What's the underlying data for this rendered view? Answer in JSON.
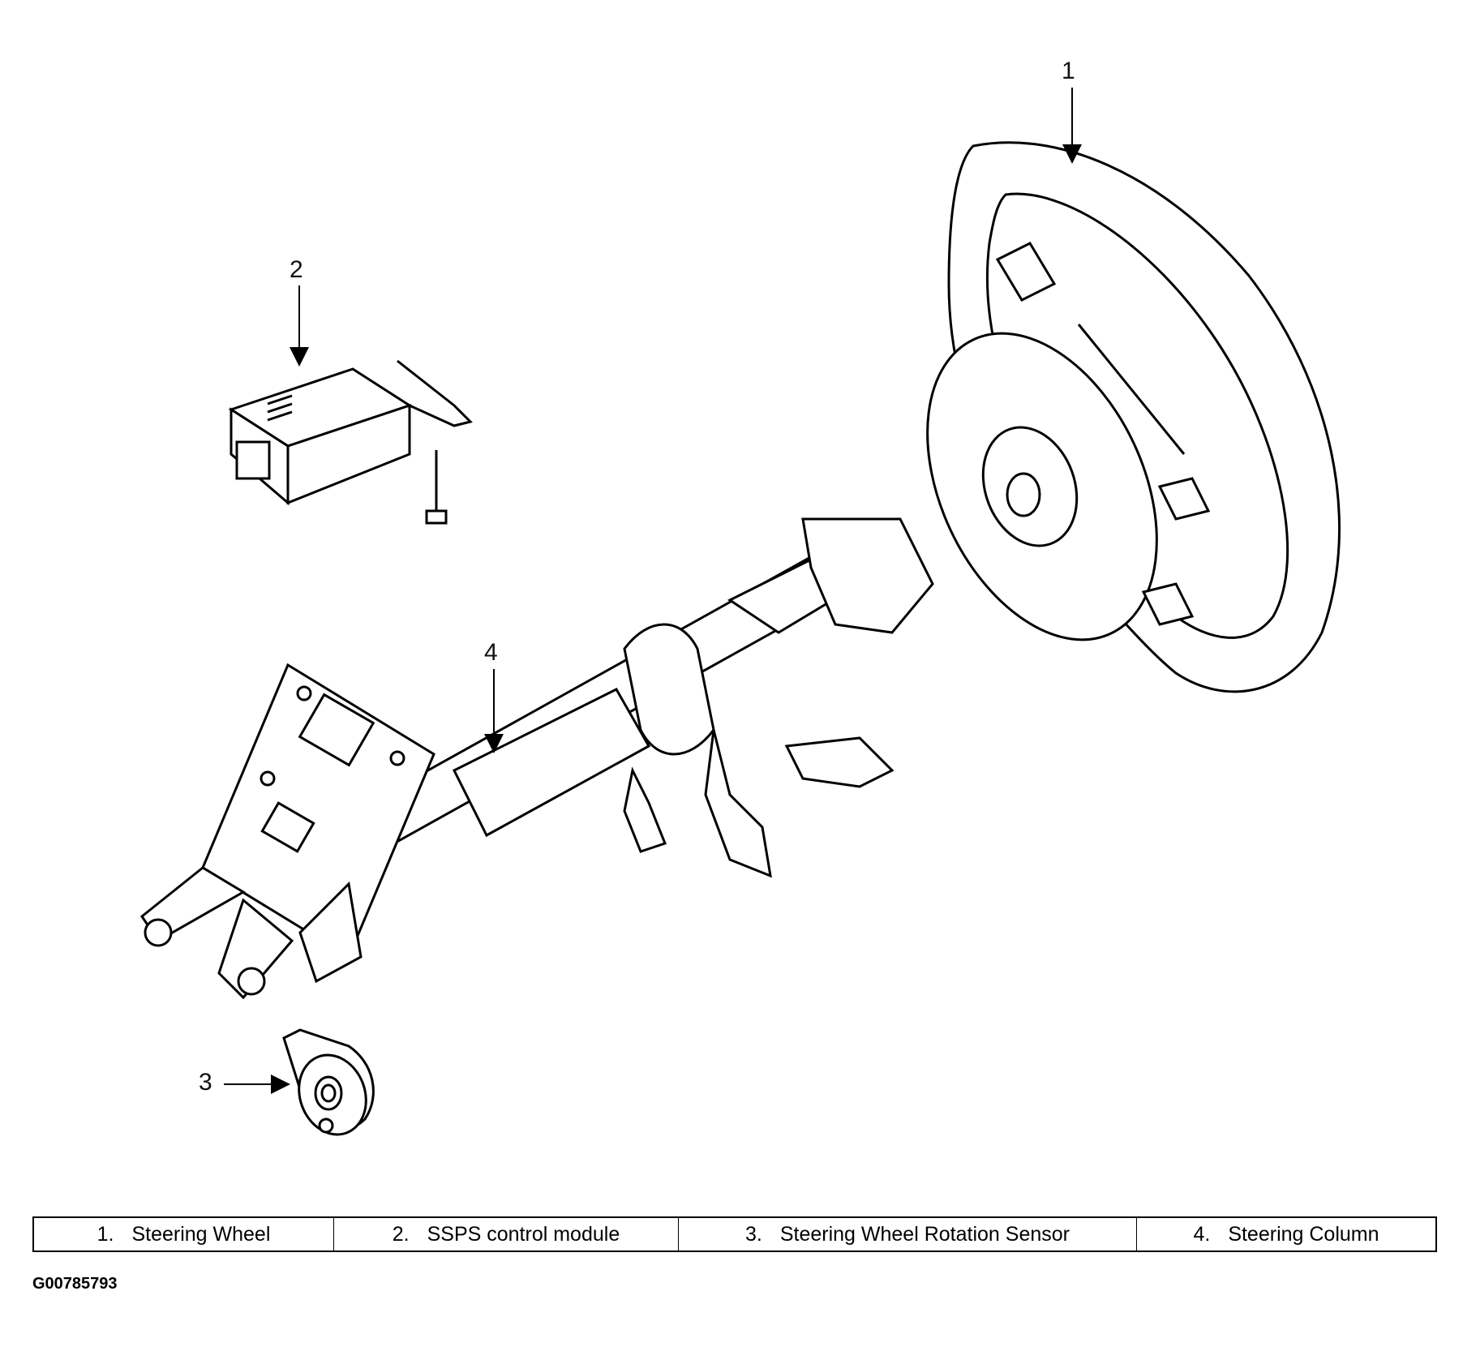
{
  "callouts": [
    "1",
    "2",
    "3",
    "4"
  ],
  "legend": [
    {
      "num": "1.",
      "label": "Steering Wheel"
    },
    {
      "num": "2.",
      "label": "SSPS control module"
    },
    {
      "num": "3.",
      "label": "Steering Wheel Rotation Sensor"
    },
    {
      "num": "4.",
      "label": "Steering Column"
    }
  ],
  "figure_id": "G00785793",
  "colors": {
    "line": "#000000",
    "background": "#ffffff"
  }
}
